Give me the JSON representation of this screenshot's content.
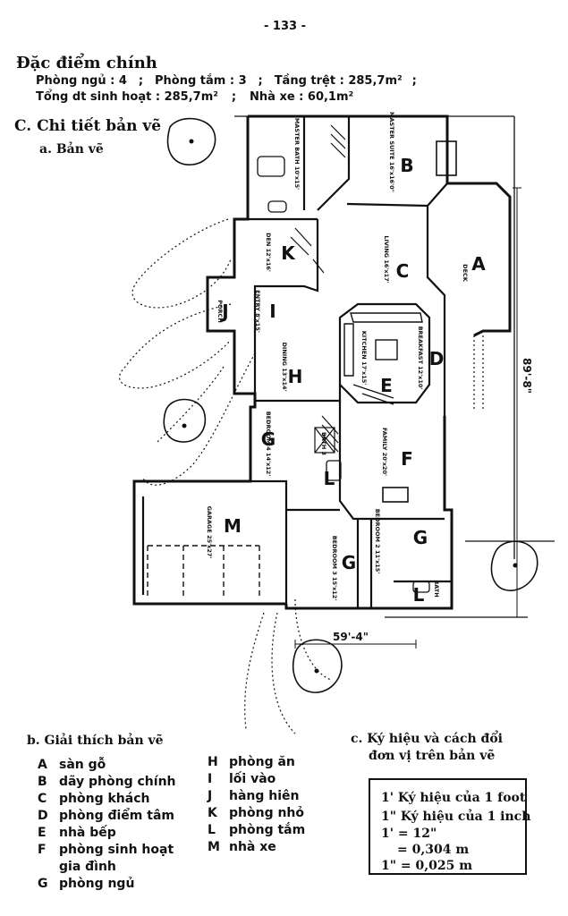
{
  "page_number": "- 133 -",
  "main_features_title": "Đặc điểm chính",
  "specs": {
    "line1": {
      "bedrooms": "Phòng ngủ : 4",
      "bathrooms": "Phòng tắm : 3",
      "ground_floor": "Tầng trệt : 285,7m²"
    },
    "line2": {
      "living_area": "Tổng dt sinh hoạt : 285,7m²",
      "garage": "Nhà xe : 60,1m²"
    }
  },
  "section_c": "C. Chi tiết bản vẽ",
  "section_a": "a. Bản vẽ",
  "section_b": "b. Giải thích bản vẽ",
  "section_c2": {
    "line1": "c. Ký hiệu và cách đổi",
    "line2": "đơn vị trên bản vẽ"
  },
  "legend_left": [
    {
      "key": "A",
      "text": "sàn gỗ"
    },
    {
      "key": "B",
      "text": "dãy phòng chính"
    },
    {
      "key": "C",
      "text": "phòng khách"
    },
    {
      "key": "D",
      "text": "phòng điểm tâm"
    },
    {
      "key": "E",
      "text": "nhà bếp"
    },
    {
      "key": "F",
      "text": "phòng sinh hoạt"
    },
    {
      "key": "",
      "text": "gia đình"
    },
    {
      "key": "G",
      "text": "phòng ngủ"
    }
  ],
  "legend_right": [
    {
      "key": "H",
      "text": "phòng ăn"
    },
    {
      "key": "I",
      "text": "lối vào"
    },
    {
      "key": "J",
      "text": "hàng hiên"
    },
    {
      "key": "K",
      "text": "phòng nhỏ"
    },
    {
      "key": "L",
      "text": "phòng tắm"
    },
    {
      "key": "M",
      "text": "nhà xe"
    }
  ],
  "symbols": {
    "foot": "1' Ký hiệu của 1 foot",
    "inch": "1\" Ký hiệu của 1 inch",
    "eq1": "1'  = 12\"",
    "eq2": "= 0,304 m",
    "eq3": "1\"  = 0,025 m"
  },
  "plan": {
    "room_letters": {
      "A": "A",
      "B": "B",
      "C": "C",
      "D": "D",
      "E": "E",
      "F": "F",
      "G1": "G",
      "G2": "G",
      "G3": "G",
      "H": "H",
      "I": "I",
      "J": "J",
      "K": "K",
      "L1": "L",
      "L2": "L",
      "M": "M"
    },
    "room_labels": {
      "deck": "DECK",
      "master_suite": "MASTER SUITE 16'x16'0\"",
      "master_bath": "MASTER BATH 10'x15'",
      "living": "LIVING 16'x17'",
      "breakfast": "BREAKFAST 12'x10'",
      "kitchen": "KITCHEN 17'x15'",
      "den": "DEN 12'x16'",
      "entry": "ENTRY 8'x15'",
      "porch": "PORCH",
      "dining": "DINING 13'x14'",
      "bedroom4": "BEDROOM 4 14'x12'",
      "bath3": "BATH 3",
      "family": "FAMILY 20'x20'",
      "garage": "GARAGE 25'x27'",
      "bedroom2": "BEDROOM 2 11'x15'",
      "bedroom3": "BEDROOM 3 15'x12'",
      "bath2": "BATH"
    },
    "dim_width": "59'-4\"",
    "dim_depth": "89'-8\""
  }
}
